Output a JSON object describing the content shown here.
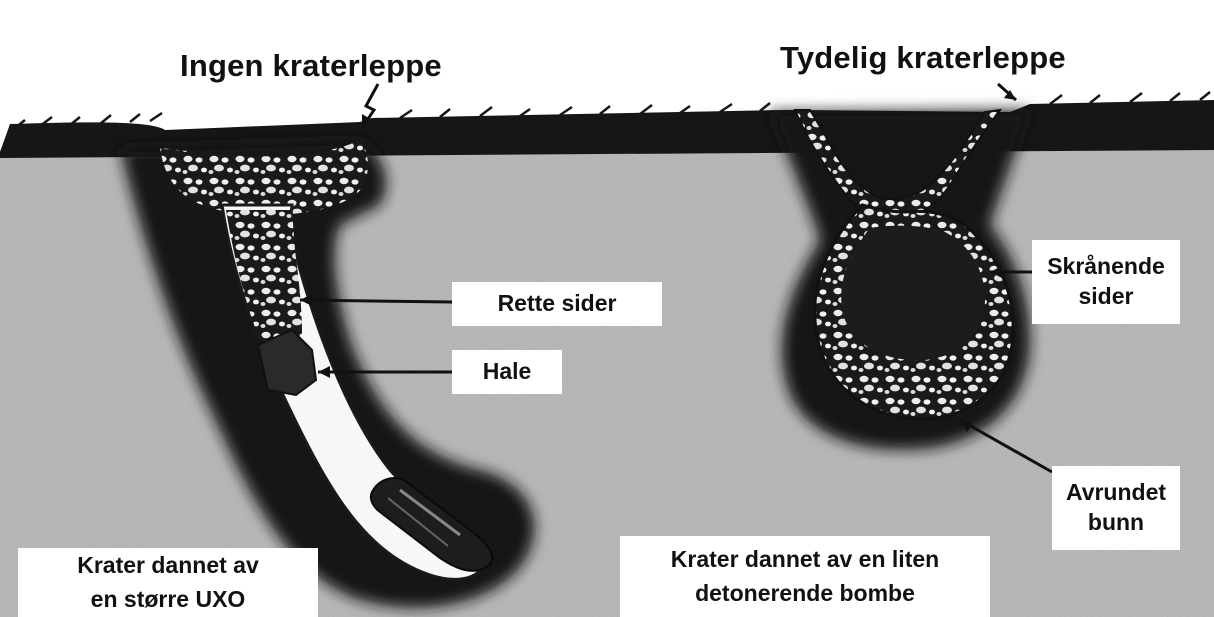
{
  "headings": {
    "left": "Ingen kraterleppe",
    "right": "Tydelig kraterleppe"
  },
  "callouts": {
    "straight_sides": "Rette sider",
    "tail": "Hale",
    "sloping_sides": [
      "Skrånende",
      "sider"
    ],
    "rounded_bottom": [
      "Avrundet",
      "bunn"
    ]
  },
  "captions": {
    "left": [
      "Krater dannet av",
      "en større UXO"
    ],
    "right": [
      "Krater dannet av en liten",
      "detonerende bombe"
    ]
  },
  "colors": {
    "soil": "#b5b5b5",
    "crater_edge": "#151515",
    "rubble": "#e9e9e9",
    "background": "#ffffff"
  }
}
